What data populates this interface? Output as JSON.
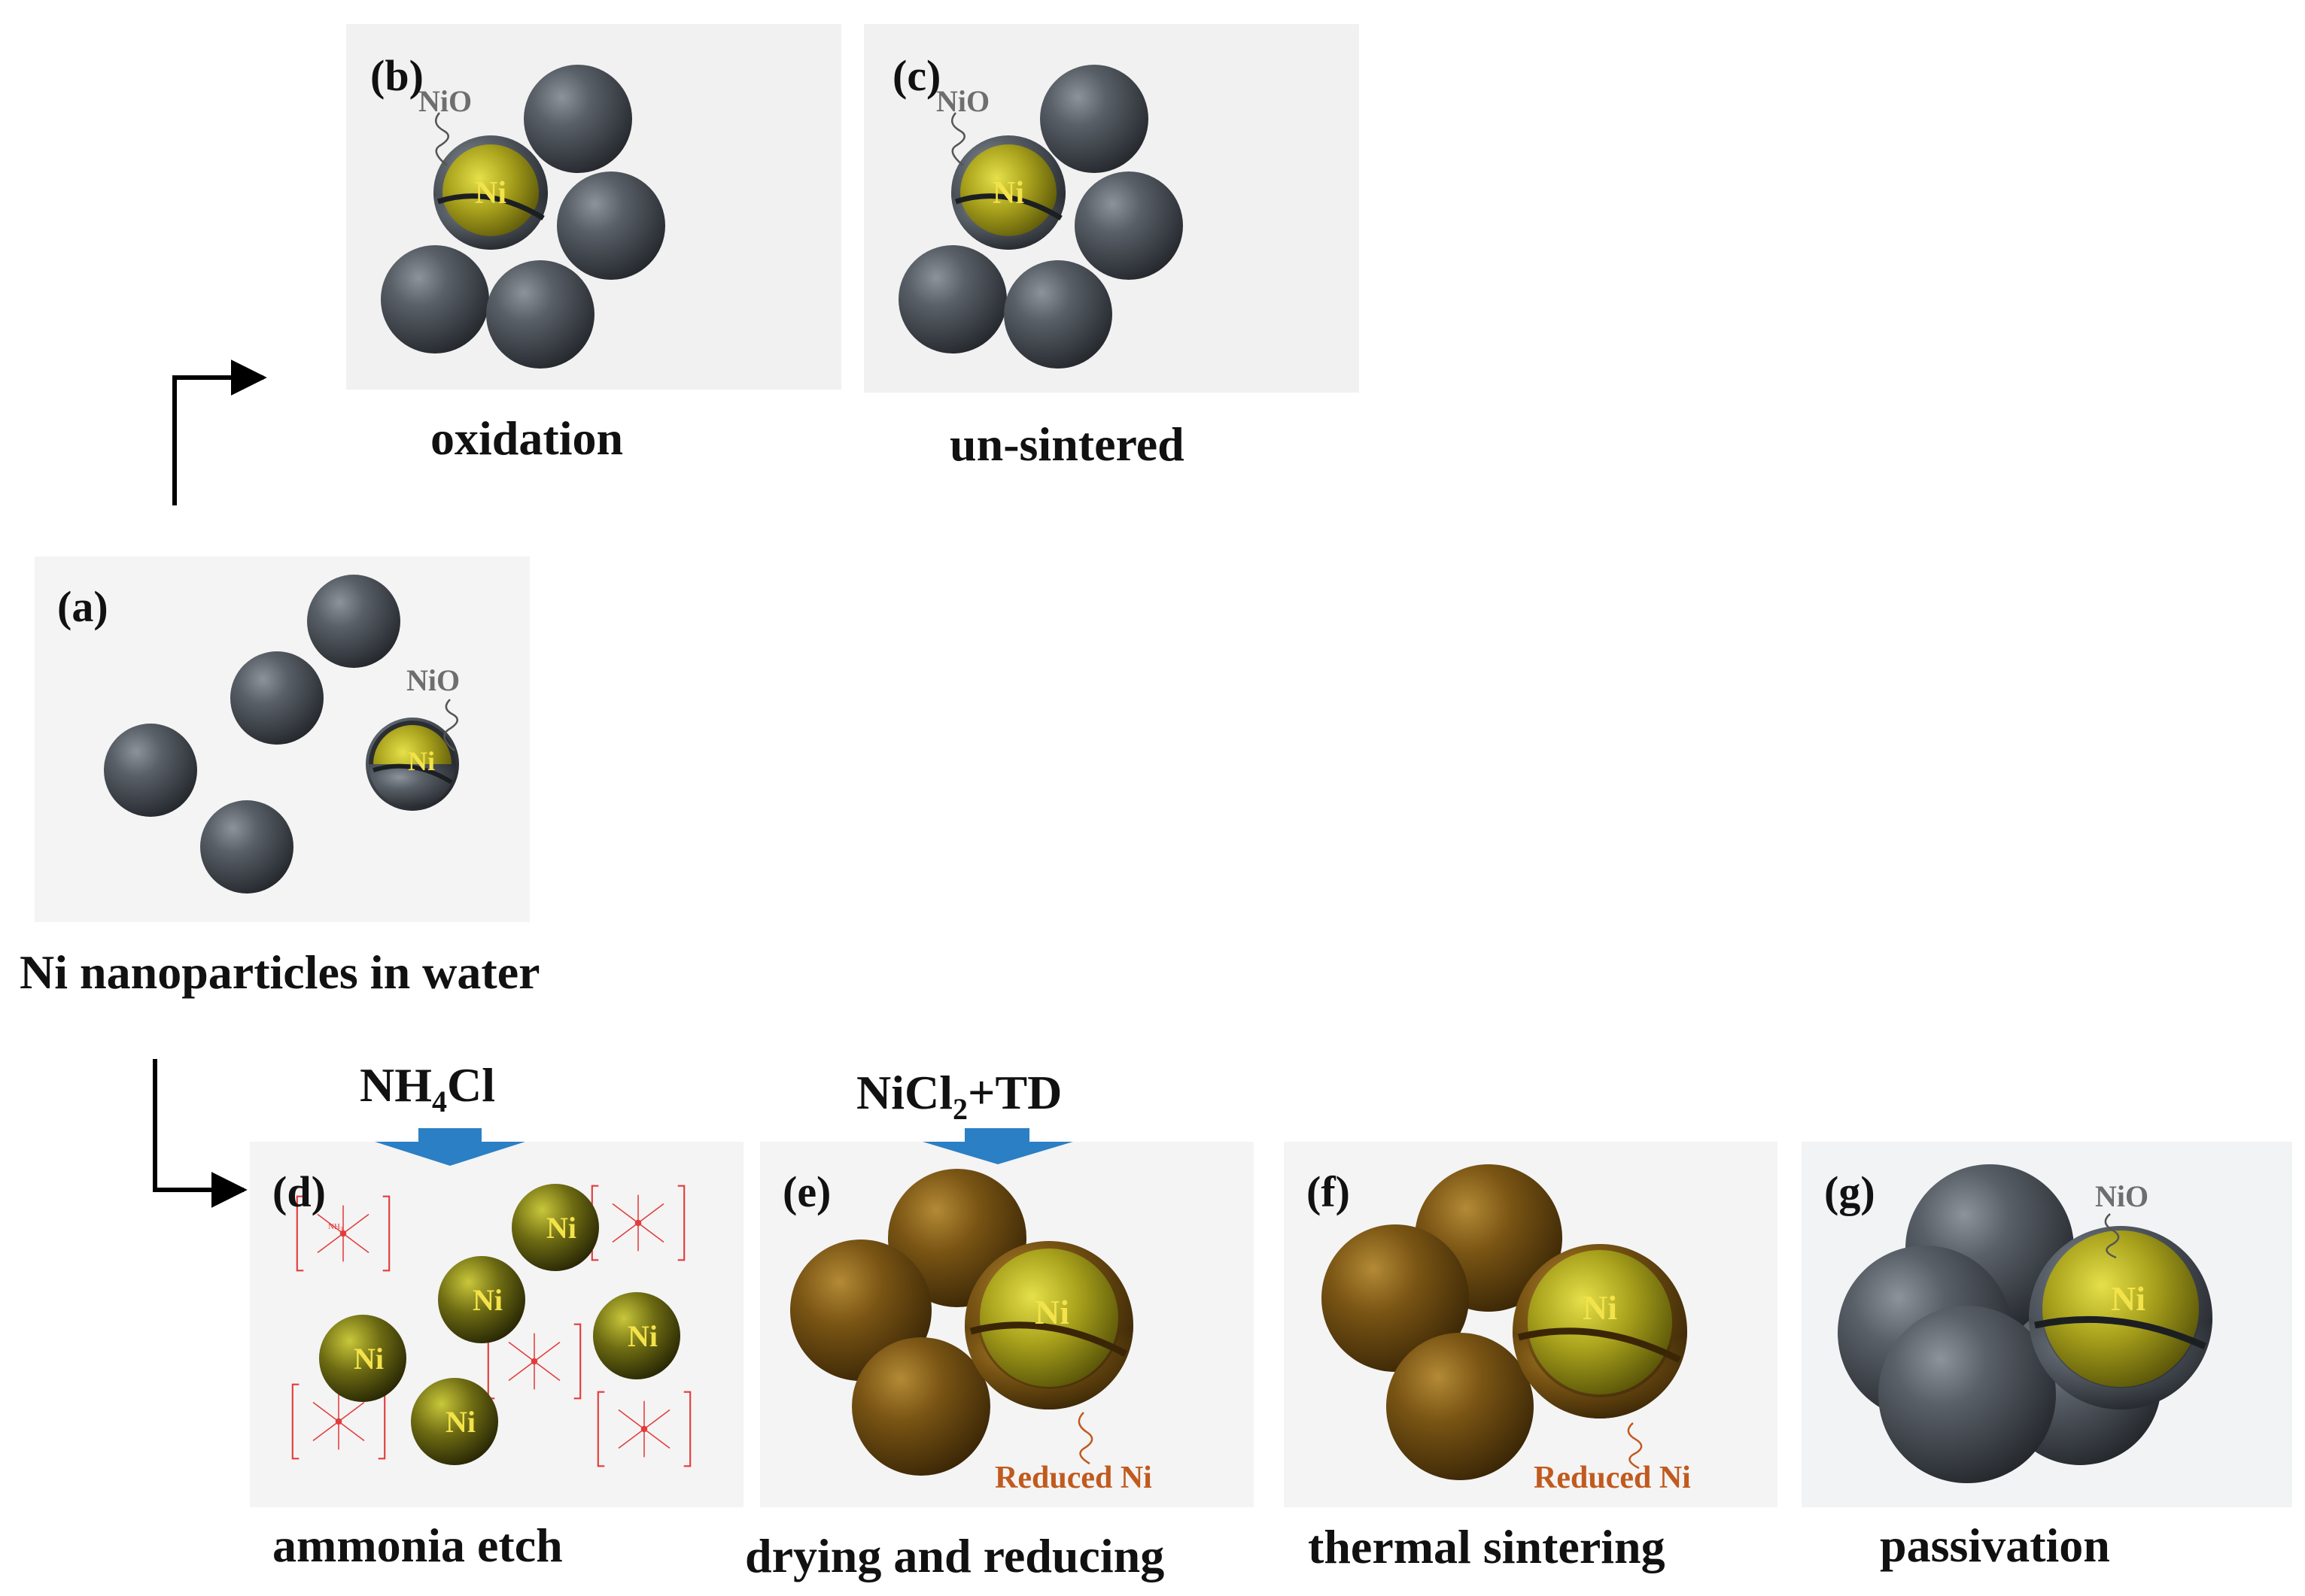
{
  "panels": {
    "a": {
      "label": "(a)",
      "caption": "Ni nanoparticles in water",
      "shell_label": "NiO",
      "core_label": "Ni"
    },
    "b": {
      "label": "(b)",
      "caption": "oxidation",
      "shell_label": "NiO",
      "core_label": "Ni"
    },
    "c": {
      "label": "(c)",
      "caption": "un-sintered",
      "shell_label": "NiO",
      "core_label": "Ni"
    },
    "d": {
      "label": "(d)",
      "caption": "ammonia etch",
      "reagent_main": "NH",
      "reagent_sub": "4",
      "reagent_tail": "Cl",
      "core_label": "Ni",
      "complex_ligand": "NH",
      "complex_ligand_sub": "3"
    },
    "e": {
      "label": "(e)",
      "caption": "drying and reducing",
      "reagent_main": "NiCl",
      "reagent_sub": "2",
      "reagent_tail": "+TD",
      "core_label": "Ni",
      "shell_label": "Reduced Ni"
    },
    "f": {
      "label": "(f)",
      "caption": "thermal sintering",
      "core_label": "Ni",
      "shell_label": "Reduced Ni"
    },
    "g": {
      "label": "(g)",
      "caption": "passivation",
      "core_label": "Ni",
      "shell_label": "NiO"
    }
  },
  "colors": {
    "nio_shell": "#4a4f55",
    "ni_core": "#a8a520",
    "reduced_ni": "#6e4a12",
    "complex_red": "#e33b3b",
    "reagent_arrow": "#2b7fc4",
    "panel_bg": "#f4f4f4"
  }
}
